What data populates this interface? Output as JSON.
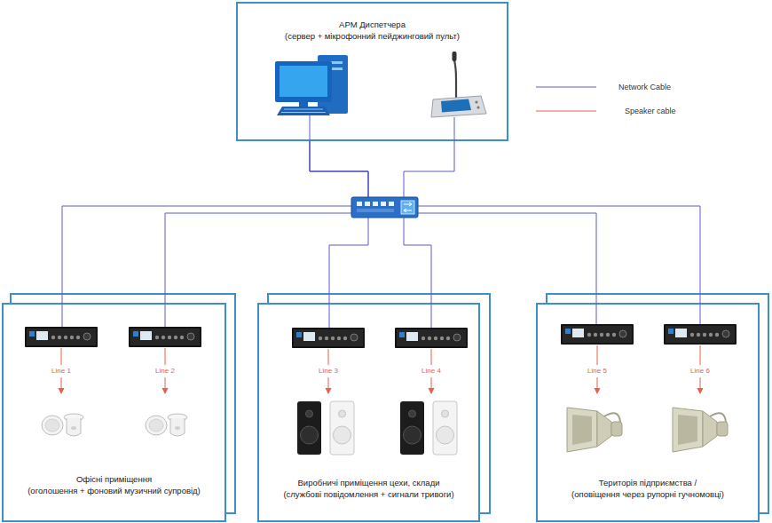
{
  "diagram": {
    "nodes": [
      {
        "text": [
          "АРМ Диспетчера",
          "(сервер + мікрофонний пейджинговий пульт)"
        ]
      },
      {
        "text": [
          "Офісні приміщення",
          "(оголошення + фоновий музичний супровід)"
        ]
      },
      {
        "text": [
          "Виробничі приміщення цехи, склади",
          "(службові повідомлення + сигнали тривоги)"
        ]
      },
      {
        "text": [
          "Територія підприємства /",
          "(оповіщення через рупорні гучномовці)"
        ]
      }
    ],
    "edges": [
      {
        "from": 0,
        "to": 1,
        "arrow": "none"
      },
      {
        "from": 0,
        "to": 2,
        "arrow": "none"
      },
      {
        "from": 0,
        "to": 3,
        "arrow": "none"
      }
    ],
    "labels": [
      "Line 1",
      "Line 2",
      "Line 3",
      "Line 4",
      "Line 5",
      "Line 6"
    ],
    "legend": [
      {
        "text": "Network Cable"
      },
      {
        "text": "Speaker cable"
      }
    ]
  }
}
